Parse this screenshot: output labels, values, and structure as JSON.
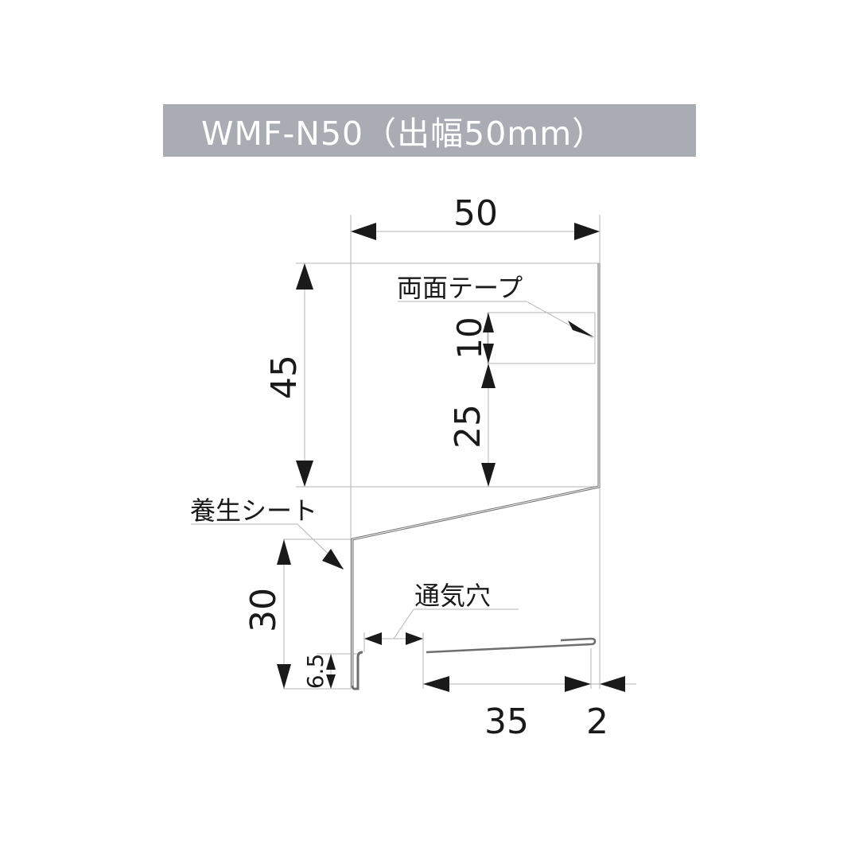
{
  "title": "WMF-N50（出幅50mm）",
  "colors": {
    "title_bg": "#a9adb3",
    "title_text": "#ffffff",
    "dim_line": "#b5b5b5",
    "part_line": "#6e6e6e",
    "arrow": "#1a1a1a"
  },
  "dimensions": {
    "width_top": "50",
    "height_upper": "45",
    "tape_height": "10",
    "tape_offset": "25",
    "height_lower": "30",
    "hem_height": "6.5",
    "vent_length": "35",
    "vent_gap": "2"
  },
  "labels": {
    "double_sided_tape": "両面テープ",
    "protective_sheet": "養生シート",
    "vent_hole": "通気穴"
  }
}
